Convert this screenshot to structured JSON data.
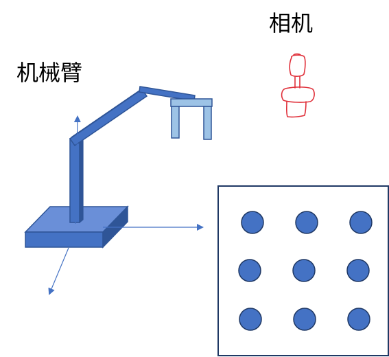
{
  "labels": {
    "robot_arm": "机械臂",
    "camera": "相机"
  },
  "colors": {
    "arm_fill": "#4472C4",
    "arm_dark": "#2F5597",
    "arm_top": "#6A8FD8",
    "gripper_fill": "#9DC3E6",
    "gripper_stroke": "#2F5597",
    "axis": "#4472C4",
    "camera_stroke": "#E0303A",
    "board_stroke": "#1F3864",
    "dot_fill": "#4472C4",
    "dot_stroke": "#1F3864"
  },
  "icons": {
    "camera": "camera-icon",
    "robot_arm": "robot-arm-icon"
  },
  "board": {
    "rows": 3,
    "cols": 3
  }
}
